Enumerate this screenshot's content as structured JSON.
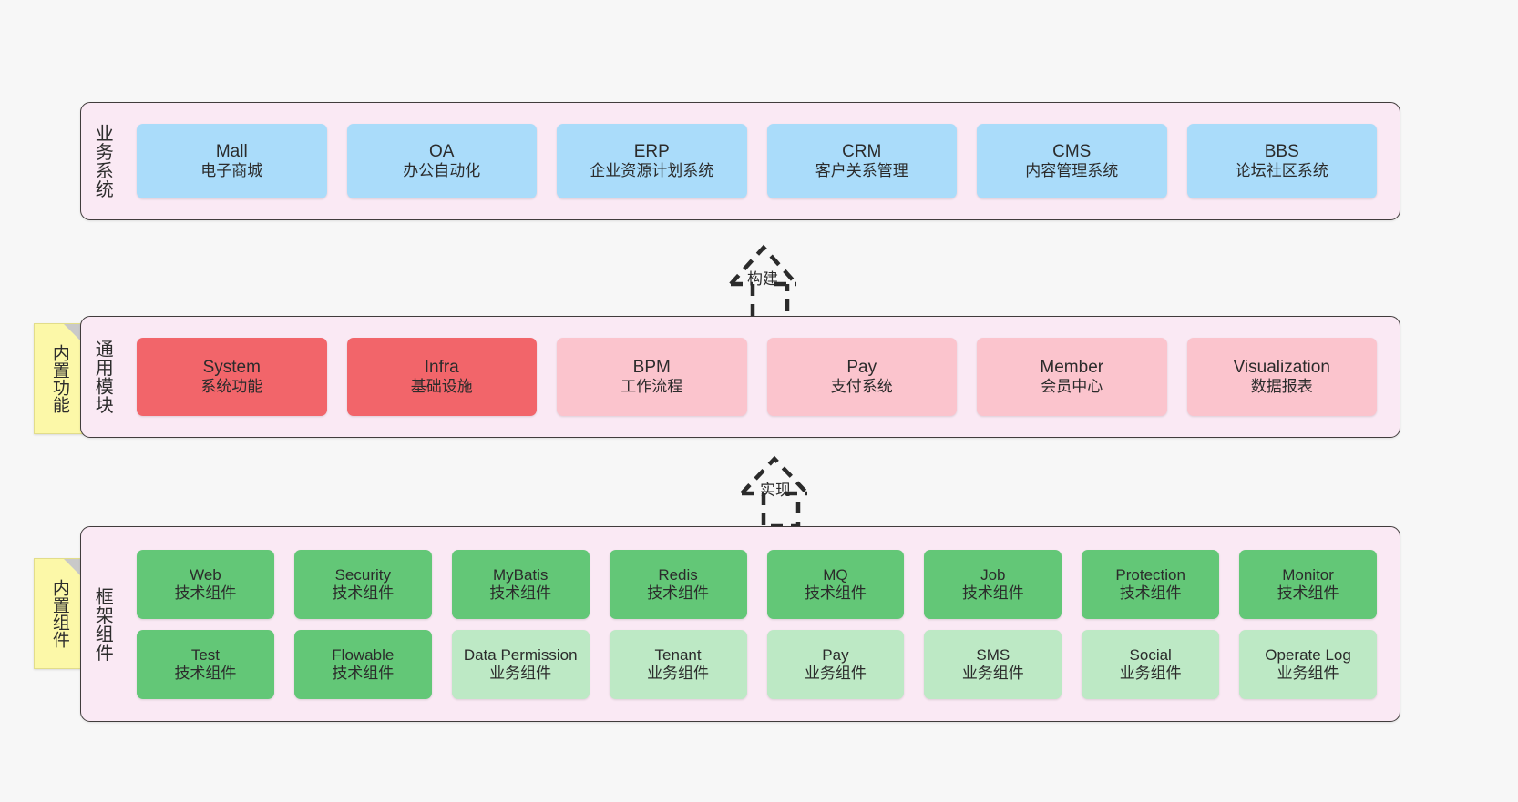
{
  "diagram": {
    "title": "系统架构图",
    "colors": {
      "canvas": "#f7f7f7",
      "layer_bg": "#fae9f4",
      "layer_border": "#413c3c",
      "business_box": "#aadcfa",
      "module_core": "#f2656a",
      "module_other": "#fbc4cd",
      "tech_component": "#63c777",
      "biz_component": "#bde9c5",
      "note": "#fcf8a8"
    }
  },
  "layers": [
    {
      "id": "business",
      "title": "业务系统",
      "boxes": [
        {
          "en": "Mall",
          "cn": "电子商城"
        },
        {
          "en": "OA",
          "cn": "办公自动化"
        },
        {
          "en": "ERP",
          "cn": "企业资源计划系统"
        },
        {
          "en": "CRM",
          "cn": "客户关系管理"
        },
        {
          "en": "CMS",
          "cn": "内容管理系统"
        },
        {
          "en": "BBS",
          "cn": "论坛社区系统"
        }
      ]
    },
    {
      "id": "modules",
      "title": "通用模块",
      "note": "内置功能",
      "boxes": [
        {
          "en": "System",
          "cn": "系统功能",
          "style": "red"
        },
        {
          "en": "Infra",
          "cn": "基础设施",
          "style": "red"
        },
        {
          "en": "BPM",
          "cn": "工作流程",
          "style": "pink"
        },
        {
          "en": "Pay",
          "cn": "支付系统",
          "style": "pink"
        },
        {
          "en": "Member",
          "cn": "会员中心",
          "style": "pink"
        },
        {
          "en": "Visualization",
          "cn": "数据报表",
          "style": "pink"
        }
      ]
    },
    {
      "id": "framework",
      "title": "框架组件",
      "note": "内置组件",
      "rows": [
        [
          {
            "en": "Web",
            "cn": "技术组件",
            "style": "green"
          },
          {
            "en": "Security",
            "cn": "技术组件",
            "style": "green"
          },
          {
            "en": "MyBatis",
            "cn": "技术组件",
            "style": "green"
          },
          {
            "en": "Redis",
            "cn": "技术组件",
            "style": "green"
          },
          {
            "en": "MQ",
            "cn": "技术组件",
            "style": "green"
          },
          {
            "en": "Job",
            "cn": "技术组件",
            "style": "green"
          },
          {
            "en": "Protection",
            "cn": "技术组件",
            "style": "green"
          },
          {
            "en": "Monitor",
            "cn": "技术组件",
            "style": "green"
          }
        ],
        [
          {
            "en": "Test",
            "cn": "技术组件",
            "style": "green"
          },
          {
            "en": "Flowable",
            "cn": "技术组件",
            "style": "green"
          },
          {
            "en": "Data Permission",
            "cn": "业务组件",
            "style": "lgreen"
          },
          {
            "en": "Tenant",
            "cn": "业务组件",
            "style": "lgreen"
          },
          {
            "en": "Pay",
            "cn": "业务组件",
            "style": "lgreen"
          },
          {
            "en": "SMS",
            "cn": "业务组件",
            "style": "lgreen"
          },
          {
            "en": "Social",
            "cn": "业务组件",
            "style": "lgreen"
          },
          {
            "en": "Operate Log",
            "cn": "业务组件",
            "style": "lgreen"
          }
        ]
      ]
    }
  ],
  "connectors": [
    {
      "id": "build",
      "label": "构建",
      "from": "modules",
      "to": "business"
    },
    {
      "id": "implement",
      "label": "实现",
      "from": "framework",
      "to": "modules"
    }
  ]
}
